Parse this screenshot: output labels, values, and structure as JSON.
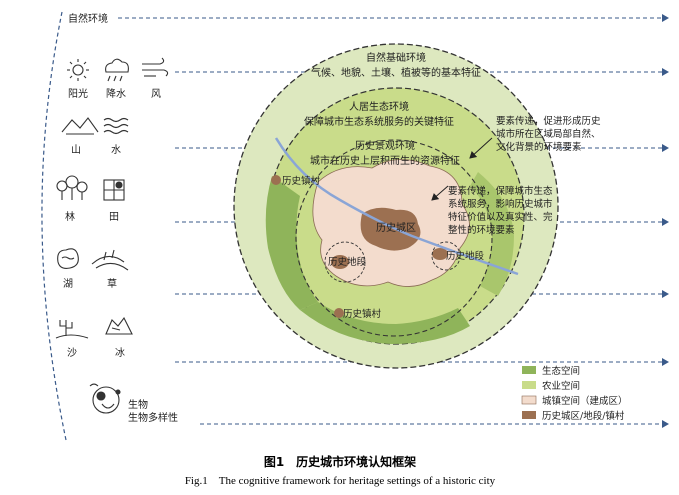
{
  "outer_label": "自然环境",
  "rings": {
    "natural_base_title": "自然基础环境",
    "natural_base_desc": "气候、地貌、土壤、植被等的基本特征",
    "habitat_title": "人居生态环境",
    "habitat_desc": "保障城市生态系统服务的关键特征",
    "landscape_title": "历史景观环境",
    "landscape_desc": "城市在历史上层积而生的资源特征"
  },
  "annotations": {
    "transfer1": [
      "要素传递，促进形成历史",
      "城市所在区域局部自然、",
      "文化背景的环境要素"
    ],
    "transfer2": [
      "要素传递，保障城市生态",
      "系统服务，影响历史城市",
      "特征价值以及真实性、完",
      "整性的环境要素"
    ]
  },
  "places": {
    "historic_town_left": "历史镇村",
    "historic_district": "历史城区",
    "historic_area_left": "历史地段",
    "historic_area_right": "历史地段",
    "historic_village_bottom": "历史镇村"
  },
  "icons": [
    {
      "name": "sun",
      "label": "阳光"
    },
    {
      "name": "rain",
      "label": "降水"
    },
    {
      "name": "wind",
      "label": "风"
    },
    {
      "name": "mountain",
      "label": "山"
    },
    {
      "name": "water",
      "label": "水"
    },
    {
      "name": "forest",
      "label": "林"
    },
    {
      "name": "farmland",
      "label": "田"
    },
    {
      "name": "lake",
      "label": "湖"
    },
    {
      "name": "grass",
      "label": "草"
    },
    {
      "name": "desert",
      "label": "沙"
    },
    {
      "name": "ice",
      "label": "冰"
    }
  ],
  "biology": {
    "label1": "生物",
    "label2": "生物多样性"
  },
  "legend": [
    {
      "label": "生态空间",
      "color": "#8fb45a"
    },
    {
      "label": "农业空间",
      "color": "#c9dc8a"
    },
    {
      "label": "城镇空间（建成区）",
      "color": "#f3dccd"
    },
    {
      "label": "历史城区/地段/镇村",
      "color": "#9c7051"
    }
  ],
  "caption": {
    "cn": "图1　历史城市环境认知框架",
    "en": "Fig.1　The cognitive framework for heritage settings of a historic city"
  }
}
